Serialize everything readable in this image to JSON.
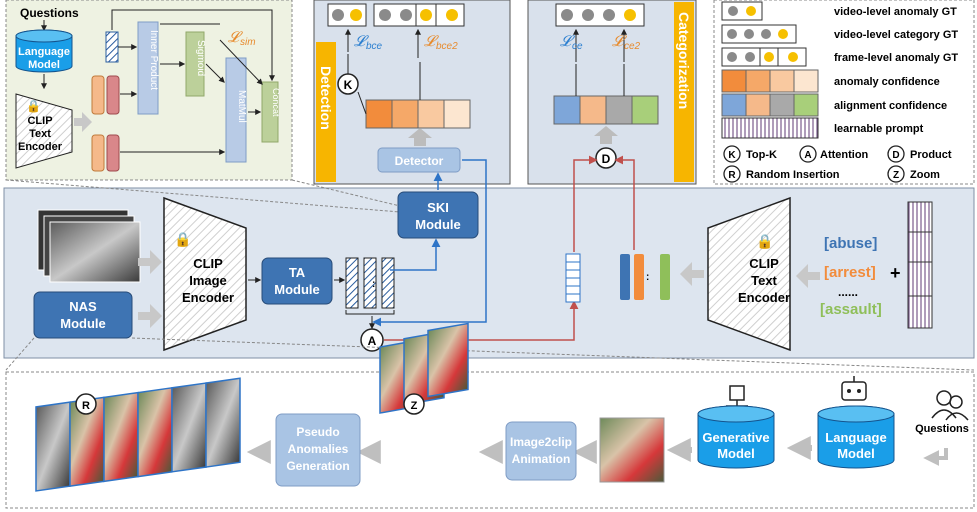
{
  "inset_sim": {
    "questions": "Questions",
    "language_model": [
      "Language",
      "Model"
    ],
    "clip_text_encoder": [
      "CLIP",
      "Text",
      "Encoder"
    ],
    "inner_product": "Inner Product",
    "sigmoid": "Sigmoid",
    "matmul": "MatMul",
    "concat": "Concat",
    "loss": "𝓛",
    "loss_sub": "sim"
  },
  "detection": {
    "title": "Detection",
    "loss_bce": "𝓛",
    "loss_bce_sub": "bce",
    "loss_bce2": "𝓛",
    "loss_bce2_sub": "bce2",
    "detector": "Detector",
    "topk_glyph": "K"
  },
  "categorization": {
    "title": "Categorization",
    "loss_ce": "𝓛",
    "loss_ce_sub": "ce",
    "loss_ce2": "𝓛",
    "loss_ce2_sub": "ce2",
    "product_glyph": "D"
  },
  "legend": {
    "items": [
      "video-level anomaly GT",
      "video-level category GT",
      "frame-level anomaly GT",
      "anomaly confidence",
      "alignment confidence",
      "learnable prompt"
    ],
    "ops": [
      {
        "glyph": "K",
        "label": "Top-K"
      },
      {
        "glyph": "A",
        "label": "Attention"
      },
      {
        "glyph": "D",
        "label": "Product"
      },
      {
        "glyph": "R",
        "label": "Random Insertion"
      },
      {
        "glyph": "Z",
        "label": "Zoom"
      }
    ]
  },
  "main": {
    "ski_module": [
      "SKI",
      "Module"
    ],
    "nas_module": [
      "NAS",
      "Module"
    ],
    "clip_image_encoder": [
      "CLIP",
      "Image",
      "Encoder"
    ],
    "ta_module": [
      "TA",
      "Module"
    ],
    "attention_glyph": "A",
    "clip_text_encoder": [
      "CLIP",
      "Text",
      "Encoder"
    ],
    "categories": [
      "[abuse]",
      "[arrest]",
      "......",
      "[assault]"
    ],
    "plus": "+"
  },
  "nas_pipeline": {
    "questions": "Questions",
    "language_model": [
      "Language",
      "Model"
    ],
    "generative_model": [
      "Generative",
      "Model"
    ],
    "image2clip": [
      "Image2clip",
      "Animation"
    ],
    "pseudo": [
      "Pseudo",
      "Anomalies",
      "Generation"
    ],
    "random_glyph": "R",
    "zoom_glyph": "Z"
  },
  "colors": {
    "gt_yellow": "#f6c000",
    "gt_gray": "#8a8a8a",
    "orange_dark": "#f28c3c",
    "blue_light": "#a9c4e4",
    "module_blue": "#3e74b3",
    "db_blue": "#1a9ee8",
    "detection_bar": "#f7b500",
    "red_line": "#c0504d",
    "panel_bg": "#dfe6f0",
    "inset_bg": "#eef2e4"
  }
}
